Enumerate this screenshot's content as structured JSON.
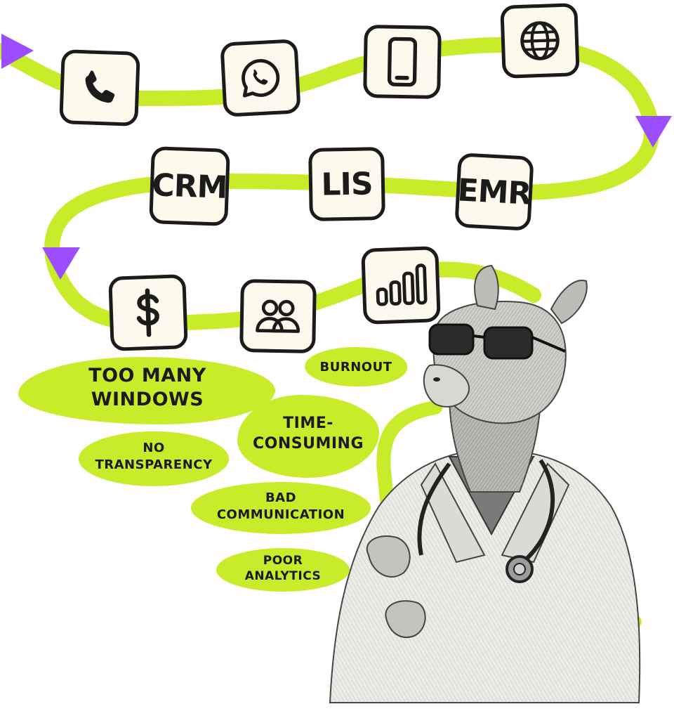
{
  "apps": {
    "phone": {
      "icon": "phone-icon"
    },
    "whatsapp": {
      "icon": "whatsapp-icon"
    },
    "mobile": {
      "icon": "smartphone-icon"
    },
    "web": {
      "icon": "globe-icon"
    },
    "crm": {
      "label": "CRM"
    },
    "lis": {
      "label": "LIS"
    },
    "emr": {
      "label": "EMR"
    },
    "billing": {
      "icon": "dollar-icon"
    },
    "team": {
      "icon": "users-icon"
    },
    "analytics": {
      "icon": "bar-chart-icon"
    }
  },
  "pain_points": {
    "too_many_windows": [
      "TOO MANY",
      "WINDOWS"
    ],
    "burnout": [
      "BURNOUT"
    ],
    "time_consuming": [
      "TIME-",
      "CONSUMING"
    ],
    "no_transparency": [
      "NO",
      "TRANSPARENCY"
    ],
    "bad_communication": [
      "BAD",
      "COMMUNICATION"
    ],
    "poor_analytics": [
      "POOR",
      "ANALYTICS"
    ]
  },
  "illustration": {
    "subject": "llama-doctor-illustration"
  },
  "colors": {
    "path_green": "#c8ec2a",
    "arrow_purple": "#9b4dff",
    "tile_bg": "#fdf9ec",
    "ink": "#1b1b1b"
  }
}
